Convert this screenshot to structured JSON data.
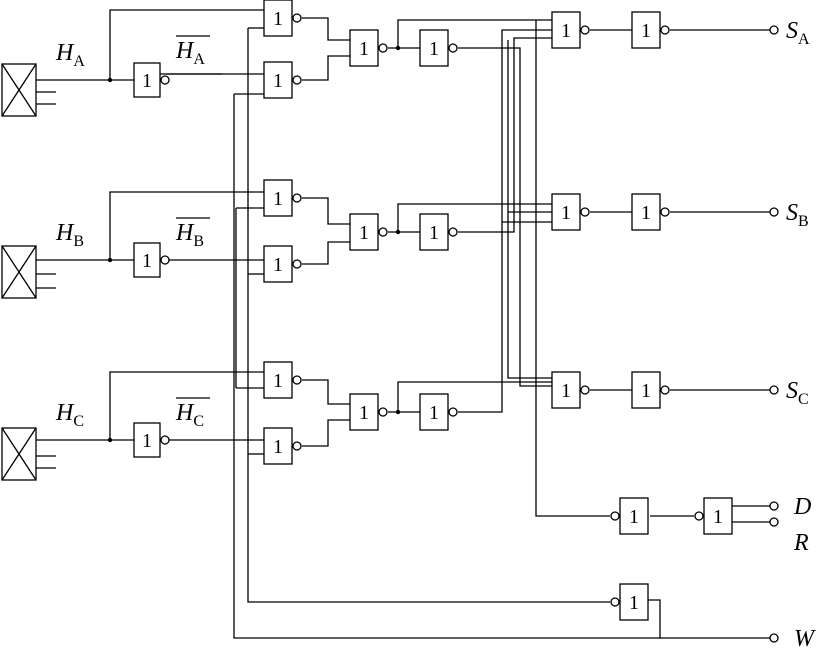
{
  "diagram": {
    "gate_symbol": "1",
    "sensors": [
      {
        "id": "A",
        "signal": "H",
        "sub": "A",
        "inv_signal": "H",
        "inv_sub": "A"
      },
      {
        "id": "B",
        "signal": "H",
        "sub": "B",
        "inv_signal": "H",
        "inv_sub": "B"
      },
      {
        "id": "C",
        "signal": "H",
        "sub": "C",
        "inv_signal": "H",
        "inv_sub": "C"
      }
    ],
    "outputs": [
      {
        "id": "SA",
        "label": "S",
        "sub": "A"
      },
      {
        "id": "SB",
        "label": "S",
        "sub": "B"
      },
      {
        "id": "SC",
        "label": "S",
        "sub": "C"
      },
      {
        "id": "D",
        "label": "D",
        "sub": ""
      },
      {
        "id": "R",
        "label": "R",
        "sub": ""
      },
      {
        "id": "W",
        "label": "W",
        "sub": ""
      }
    ],
    "colors": {
      "line": "#000000",
      "background": "#ffffff"
    }
  }
}
